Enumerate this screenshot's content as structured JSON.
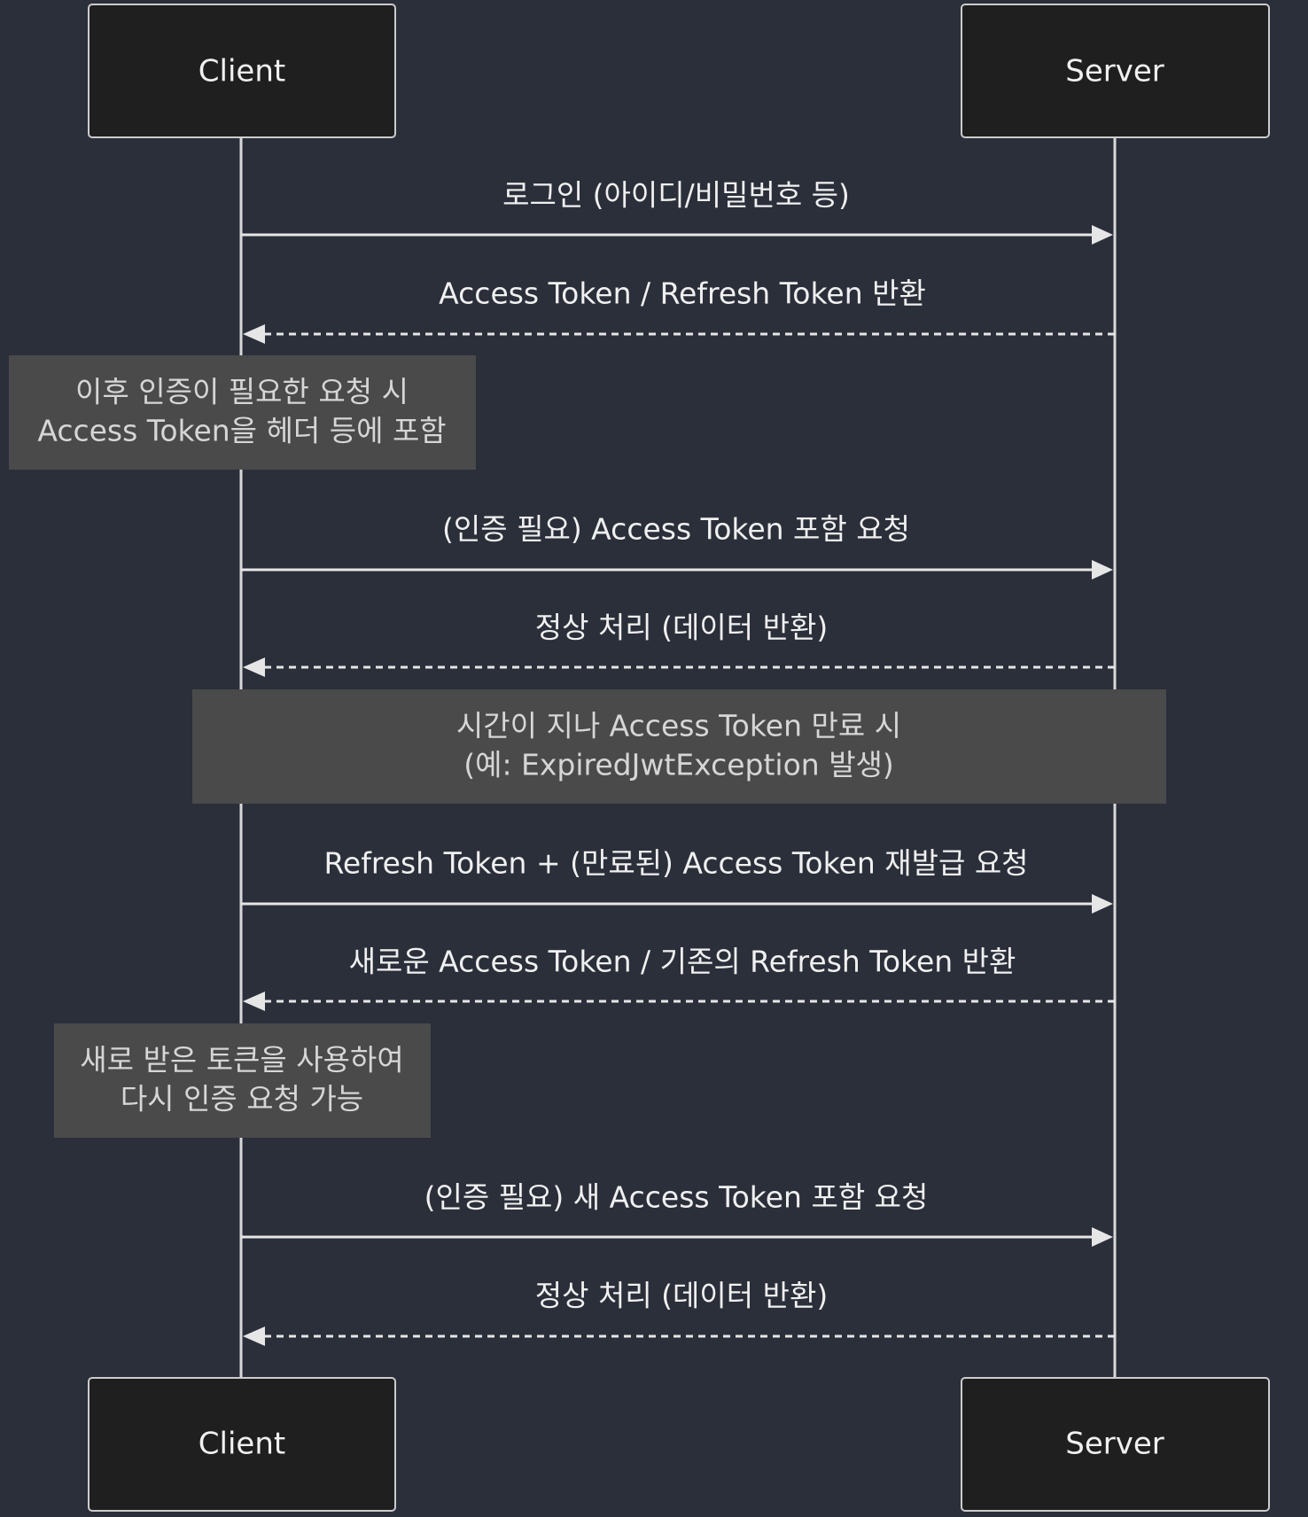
{
  "participants": {
    "client": "Client",
    "server": "Server"
  },
  "messages": [
    {
      "id": "m1",
      "label": "로그인 (아이디/비밀번호 등)",
      "from": "client",
      "to": "server",
      "style": "solid"
    },
    {
      "id": "m2",
      "label": "Access Token / Refresh Token 반환",
      "from": "server",
      "to": "client",
      "style": "dashed"
    },
    {
      "id": "m3",
      "label": "(인증 필요) Access Token 포함 요청",
      "from": "client",
      "to": "server",
      "style": "solid"
    },
    {
      "id": "m4",
      "label": "정상 처리 (데이터 반환)",
      "from": "server",
      "to": "client",
      "style": "dashed"
    },
    {
      "id": "m5",
      "label": "Refresh Token + (만료된) Access Token 재발급 요청",
      "from": "client",
      "to": "server",
      "style": "solid"
    },
    {
      "id": "m6",
      "label": "새로운 Access Token / 기존의 Refresh Token 반환",
      "from": "server",
      "to": "client",
      "style": "dashed"
    },
    {
      "id": "m7",
      "label": "(인증 필요) 새 Access Token 포함 요청",
      "from": "client",
      "to": "server",
      "style": "solid"
    },
    {
      "id": "m8",
      "label": "정상 처리 (데이터 반환)",
      "from": "server",
      "to": "client",
      "style": "dashed"
    }
  ],
  "notes": [
    {
      "id": "n1",
      "over": "client",
      "lines": [
        "이후 인증이 필요한 요청 시",
        "Access Token을 헤더 등에 포함"
      ]
    },
    {
      "id": "n2",
      "over": "client-server",
      "lines": [
        "시간이 지나 Access Token 만료 시",
        "(예: ExpiredJwtException 발생)"
      ]
    },
    {
      "id": "n3",
      "over": "client",
      "lines": [
        "새로 받은 토큰을 사용하여",
        "다시 인증 요청 가능"
      ]
    }
  ],
  "colors": {
    "background": "#2b2f3a",
    "actor_fill": "#1f1f1f",
    "note_fill": "#4a4a4a",
    "line": "#e6e6e6"
  }
}
